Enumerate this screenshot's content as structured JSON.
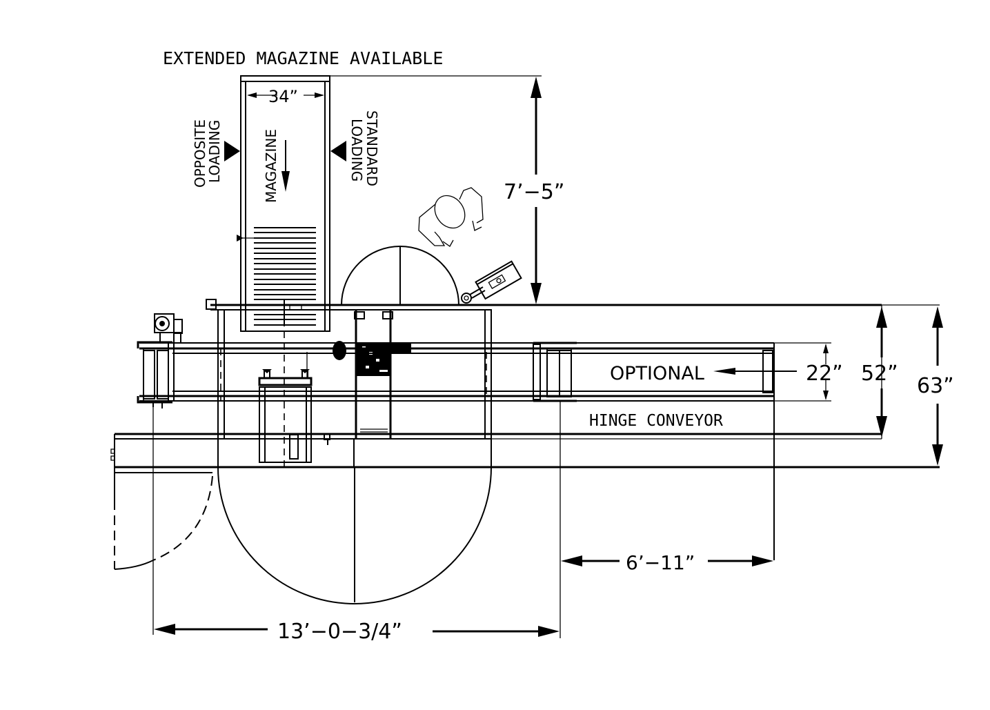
{
  "title": "EXTENDED MAGAZINE AVAILABLE",
  "labels": {
    "magazine": "MAGAZINE",
    "opposite_loading": [
      "OPPOSITE",
      "LOADING"
    ],
    "standard_loading": [
      "STANDARD",
      "LOADING"
    ],
    "optional": "OPTIONAL",
    "hinge_conveyor": "HINGE CONVEYOR"
  },
  "dimensions": {
    "magazine_width": "34”",
    "magazine_height": "7’−5”",
    "conveyor_width": "22”",
    "machine_depth": "52”",
    "overall_depth": "63”",
    "conveyor_length": "6’−11”",
    "overall_length": "13’−0−3/4”"
  },
  "icons": {
    "operator": "operator-figure-icon",
    "loading_arrow_left": "triangle-right-icon",
    "loading_arrow_right": "triangle-left-icon",
    "flow_arrow": "arrow-down-icon"
  }
}
